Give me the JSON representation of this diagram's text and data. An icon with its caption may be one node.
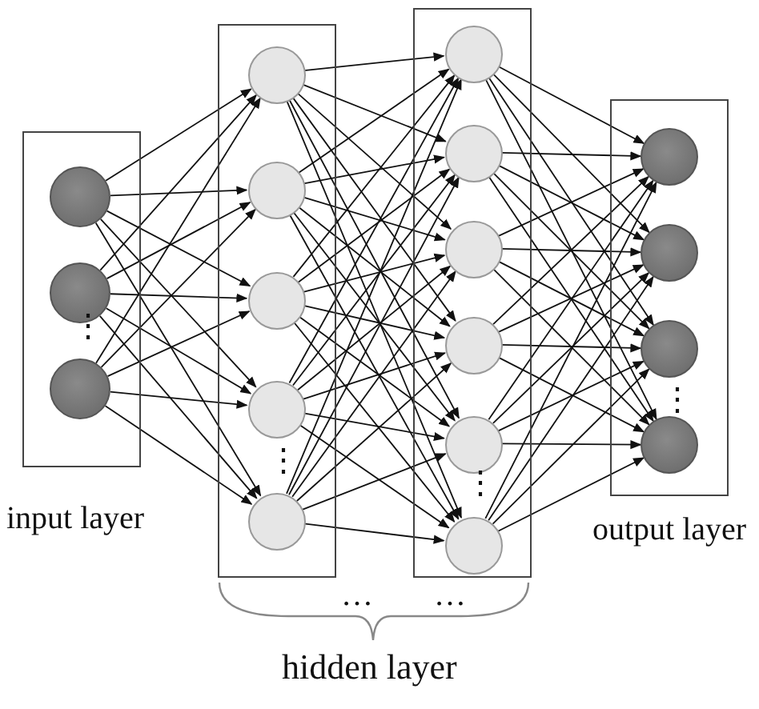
{
  "diagram": {
    "nodes": [
      {
        "text": [
          "input layer"
        ]
      },
      {
        "text": [],
        "shape": "circle",
        "in": 0
      },
      {
        "text": [],
        "shape": "circle",
        "in": 0
      },
      {
        "text": [],
        "shape": "circle",
        "in": 0
      },
      {
        "text": [],
        "shape": "box"
      },
      {
        "text": [],
        "shape": "circle",
        "in": 4
      },
      {
        "text": [],
        "shape": "circle",
        "in": 4
      },
      {
        "text": [],
        "shape": "circle",
        "in": 4
      },
      {
        "text": [],
        "shape": "circle",
        "in": 4
      },
      {
        "text": [],
        "shape": "circle",
        "in": 4
      },
      {
        "text": [],
        "shape": "box"
      },
      {
        "text": [],
        "shape": "circle",
        "in": 10
      },
      {
        "text": [],
        "shape": "circle",
        "in": 10
      },
      {
        "text": [],
        "shape": "circle",
        "in": 10
      },
      {
        "text": [],
        "shape": "circle",
        "in": 10
      },
      {
        "text": [],
        "shape": "circle",
        "in": 10
      },
      {
        "text": [],
        "shape": "circle",
        "in": 10
      },
      {
        "text": [
          "output layer"
        ]
      },
      {
        "text": [],
        "shape": "circle",
        "in": 17
      },
      {
        "text": [],
        "shape": "circle",
        "in": 17
      },
      {
        "text": [],
        "shape": "circle",
        "in": 17
      },
      {
        "text": [],
        "shape": "circle",
        "in": 17
      }
    ],
    "edges": [
      {
        "from": 1,
        "to": 5,
        "arrow": "to"
      },
      {
        "from": 1,
        "to": 6,
        "arrow": "to"
      },
      {
        "from": 1,
        "to": 7,
        "arrow": "to"
      },
      {
        "from": 1,
        "to": 8,
        "arrow": "to"
      },
      {
        "from": 1,
        "to": 9,
        "arrow": "to"
      },
      {
        "from": 2,
        "to": 5,
        "arrow": "to"
      },
      {
        "from": 2,
        "to": 6,
        "arrow": "to"
      },
      {
        "from": 2,
        "to": 7,
        "arrow": "to"
      },
      {
        "from": 2,
        "to": 8,
        "arrow": "to"
      },
      {
        "from": 2,
        "to": 9,
        "arrow": "to"
      },
      {
        "from": 3,
        "to": 5,
        "arrow": "to"
      },
      {
        "from": 3,
        "to": 6,
        "arrow": "to"
      },
      {
        "from": 3,
        "to": 7,
        "arrow": "to"
      },
      {
        "from": 3,
        "to": 8,
        "arrow": "to"
      },
      {
        "from": 3,
        "to": 9,
        "arrow": "to"
      },
      {
        "from": 5,
        "to": 11,
        "arrow": "to"
      },
      {
        "from": 5,
        "to": 12,
        "arrow": "to"
      },
      {
        "from": 5,
        "to": 13,
        "arrow": "to"
      },
      {
        "from": 5,
        "to": 14,
        "arrow": "to"
      },
      {
        "from": 5,
        "to": 15,
        "arrow": "to"
      },
      {
        "from": 5,
        "to": 16,
        "arrow": "to"
      },
      {
        "from": 6,
        "to": 11,
        "arrow": "to"
      },
      {
        "from": 6,
        "to": 12,
        "arrow": "to"
      },
      {
        "from": 6,
        "to": 13,
        "arrow": "to"
      },
      {
        "from": 6,
        "to": 14,
        "arrow": "to"
      },
      {
        "from": 6,
        "to": 15,
        "arrow": "to"
      },
      {
        "from": 6,
        "to": 16,
        "arrow": "to"
      },
      {
        "from": 7,
        "to": 11,
        "arrow": "to"
      },
      {
        "from": 7,
        "to": 12,
        "arrow": "to"
      },
      {
        "from": 7,
        "to": 13,
        "arrow": "to"
      },
      {
        "from": 7,
        "to": 14,
        "arrow": "to"
      },
      {
        "from": 7,
        "to": 15,
        "arrow": "to"
      },
      {
        "from": 7,
        "to": 16,
        "arrow": "to"
      },
      {
        "from": 8,
        "to": 11,
        "arrow": "to"
      },
      {
        "from": 8,
        "to": 12,
        "arrow": "to"
      },
      {
        "from": 8,
        "to": 13,
        "arrow": "to"
      },
      {
        "from": 8,
        "to": 14,
        "arrow": "to"
      },
      {
        "from": 8,
        "to": 15,
        "arrow": "to"
      },
      {
        "from": 8,
        "to": 16,
        "arrow": "to"
      },
      {
        "from": 9,
        "to": 11,
        "arrow": "to"
      },
      {
        "from": 9,
        "to": 12,
        "arrow": "to"
      },
      {
        "from": 9,
        "to": 13,
        "arrow": "to"
      },
      {
        "from": 9,
        "to": 14,
        "arrow": "to"
      },
      {
        "from": 9,
        "to": 15,
        "arrow": "to"
      },
      {
        "from": 9,
        "to": 16,
        "arrow": "to"
      },
      {
        "from": 11,
        "to": 18,
        "arrow": "to"
      },
      {
        "from": 11,
        "to": 19,
        "arrow": "to"
      },
      {
        "from": 11,
        "to": 20,
        "arrow": "to"
      },
      {
        "from": 11,
        "to": 21,
        "arrow": "to"
      },
      {
        "from": 12,
        "to": 18,
        "arrow": "to"
      },
      {
        "from": 12,
        "to": 19,
        "arrow": "to"
      },
      {
        "from": 12,
        "to": 20,
        "arrow": "to"
      },
      {
        "from": 12,
        "to": 21,
        "arrow": "to"
      },
      {
        "from": 13,
        "to": 18,
        "arrow": "to"
      },
      {
        "from": 13,
        "to": 19,
        "arrow": "to"
      },
      {
        "from": 13,
        "to": 20,
        "arrow": "to"
      },
      {
        "from": 13,
        "to": 21,
        "arrow": "to"
      },
      {
        "from": 14,
        "to": 18,
        "arrow": "to"
      },
      {
        "from": 14,
        "to": 19,
        "arrow": "to"
      },
      {
        "from": 14,
        "to": 20,
        "arrow": "to"
      },
      {
        "from": 14,
        "to": 21,
        "arrow": "to"
      },
      {
        "from": 15,
        "to": 18,
        "arrow": "to"
      },
      {
        "from": 15,
        "to": 19,
        "arrow": "to"
      },
      {
        "from": 15,
        "to": 20,
        "arrow": "to"
      },
      {
        "from": 15,
        "to": 21,
        "arrow": "to"
      },
      {
        "from": 16,
        "to": 18,
        "arrow": "to"
      },
      {
        "from": 16,
        "to": 19,
        "arrow": "to"
      },
      {
        "from": 16,
        "to": 20,
        "arrow": "to"
      },
      {
        "from": 16,
        "to": 21,
        "arrow": "to"
      }
    ],
    "labels": [
      "⋮",
      "⋮",
      "⋮",
      "⋮",
      "…",
      "…",
      "hidden layer"
    ]
  }
}
